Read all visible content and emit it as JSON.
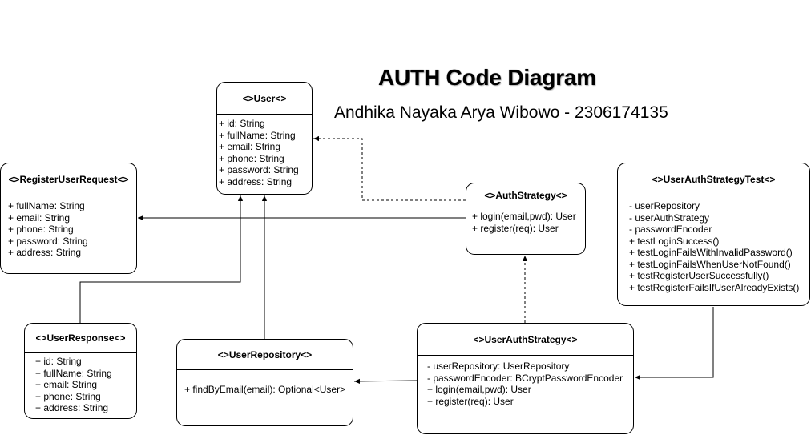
{
  "title": "AUTH Code Diagram",
  "subtitle": "Andhika Nayaka Arya Wibowo - 2306174135",
  "classes": {
    "user": {
      "name": "<>User<>",
      "members": [
        "+ id: String",
        "+ fullName: String",
        "+ email: String",
        "+ phone: String",
        "+ password: String",
        "+ address: String"
      ]
    },
    "register_user_request": {
      "name": "<>RegisterUserRequest<>",
      "members": [
        "+ fullName: String",
        "+ email: String",
        "+ phone: String",
        "+ password: String",
        "+ address: String"
      ]
    },
    "auth_strategy": {
      "name": "<>AuthStrategy<>",
      "members": [
        "+ login(email,pwd): User",
        "+ register(req): User"
      ]
    },
    "user_auth_strategy_test": {
      "name": "<>UserAuthStrategyTest<>",
      "members": [
        "- userRepository",
        "- userAuthStrategy",
        "- passwordEncoder",
        "+ testLoginSuccess()",
        "+ testLoginFailsWithInvalidPassword()",
        "+ testLoginFailsWhenUserNotFound()",
        "+ testRegisterUserSuccessfully()",
        "+ testRegisterFailsIfUserAlreadyExists()"
      ]
    },
    "user_response": {
      "name": "<>UserResponse<>",
      "members": [
        "+ id: String",
        "+ fullName: String",
        "+ email: String",
        "+ phone: String",
        "+ address: String"
      ]
    },
    "user_repository": {
      "name": "<>UserRepository<>",
      "members": [
        "+ findByEmail(email): Optional<User>"
      ]
    },
    "user_auth_strategy": {
      "name": "<>UserAuthStrategy<>",
      "members": [
        "- userRepository: UserRepository",
        "- passwordEncoder: BCryptPasswordEncoder",
        "+ login(email,pwd): User",
        "+ register(req): User"
      ]
    }
  }
}
